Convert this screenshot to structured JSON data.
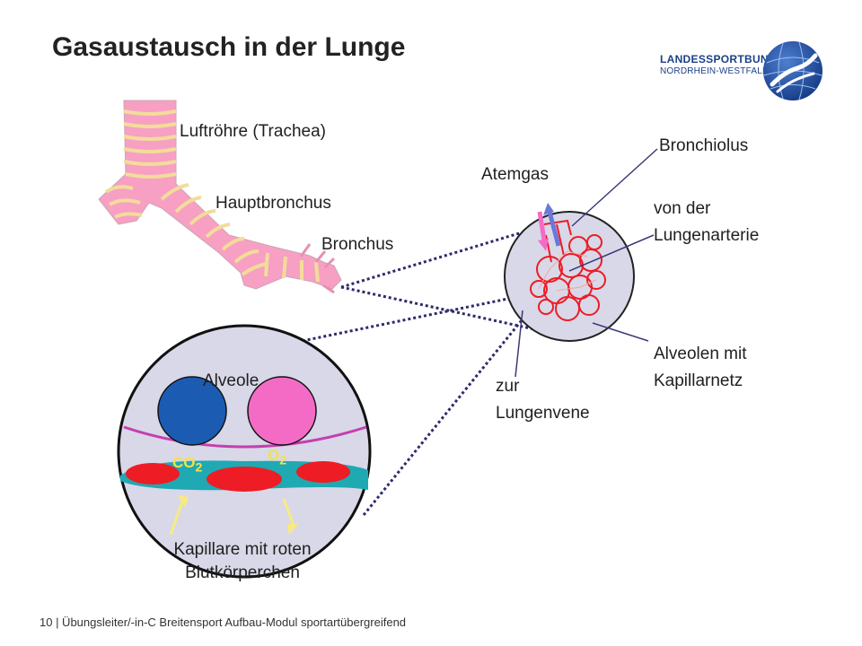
{
  "title": "Gasaustausch in der Lunge",
  "logo": {
    "line1": "LANDESSPORTBUND",
    "line2": "NORDRHEIN-WESTFALEN"
  },
  "labels": {
    "trachea": "Luftröhre (Trachea)",
    "hauptbronchus": "Hauptbronchus",
    "bronchus": "Bronchus",
    "atemgas": "Atemgas",
    "bronchiolus": "Bronchiolus",
    "lungenarterie_1": "von der",
    "lungenarterie_2": "Lungenarterie",
    "alveolen_1": "Alveolen mit",
    "alveolen_2": "Kapillarnetz",
    "lungenvene_1": "zur",
    "lungenvene_2": "Lungenvene",
    "alveole": "Alveole",
    "co2": "CO",
    "co2_sub": "2",
    "o2": "O",
    "o2_sub": "2",
    "kapillare_1": "Kapillare mit roten",
    "kapillare_2": "Blutkörperchen"
  },
  "footer": "10 | Übungsleiter/-in-C Breitensport Aufbau-Modul sportartübergreifend",
  "colors": {
    "trachea_fill": "#f7a0c3",
    "trachea_ring": "#f2dc9a",
    "circle_fill": "#d8d8e8",
    "blood_red": "#ee1c25",
    "capillary_teal": "#1fa9b3",
    "membrane_magenta": "#c43fb0",
    "co2_blue": "#1c5bb2",
    "o2_pink": "#f46bc6",
    "dotted_line": "#2d2b6b",
    "logo_blue": "#1d3f87"
  }
}
